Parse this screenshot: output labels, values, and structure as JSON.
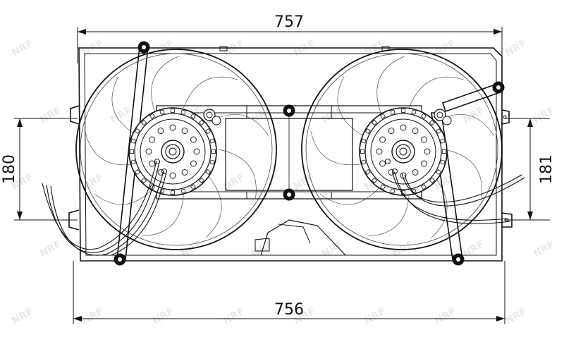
{
  "dimensions": {
    "top_width": "757",
    "bottom_width": "756",
    "left_height": "180",
    "right_height": "181"
  },
  "watermark": {
    "text": "NRF",
    "color": "#e4e4e4"
  },
  "colors": {
    "line": "#111111",
    "thin": "#333333",
    "background": "#ffffff"
  }
}
